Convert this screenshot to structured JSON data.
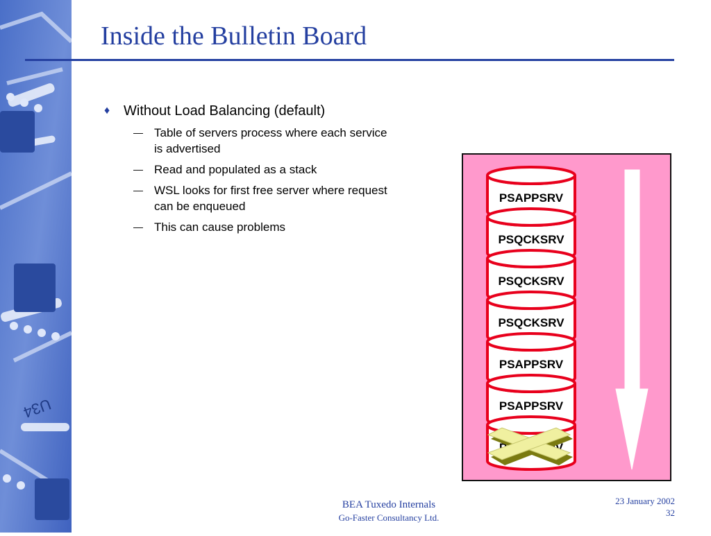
{
  "slide": {
    "title": "Inside the Bulletin Board",
    "bullets": [
      {
        "text": "Without Load Balancing (default)",
        "subs": [
          "Table of servers process where each service is advertised",
          "Read and populated as a stack",
          "WSL looks for first free server where request can be enqueued",
          "This can cause problems"
        ]
      }
    ],
    "sidebar_marking": "U34"
  },
  "stack": {
    "servers": [
      "PSAPPSRV",
      "PSQCKSRV",
      "PSQCKSRV",
      "PSQCKSRV",
      "PSAPPSRV",
      "PSAPPSRV",
      "PSAPPSRV"
    ],
    "crossed_index": 6
  },
  "footer": {
    "line1": "BEA Tuxedo Internals",
    "line2": "Go-Faster Consultancy Ltd.",
    "date": "23 January 2002",
    "page": "32"
  },
  "colors": {
    "title": "#243fa0",
    "panel_bg": "#ff99cc",
    "cylinder_stroke": "#e8001c",
    "cross_fill": "#f0f0a0",
    "cross_shadow": "#7a7a10"
  },
  "icons": {
    "bullet_marker": "diamond",
    "sub_marker": "dash",
    "arrow": "down-arrow-icon"
  }
}
